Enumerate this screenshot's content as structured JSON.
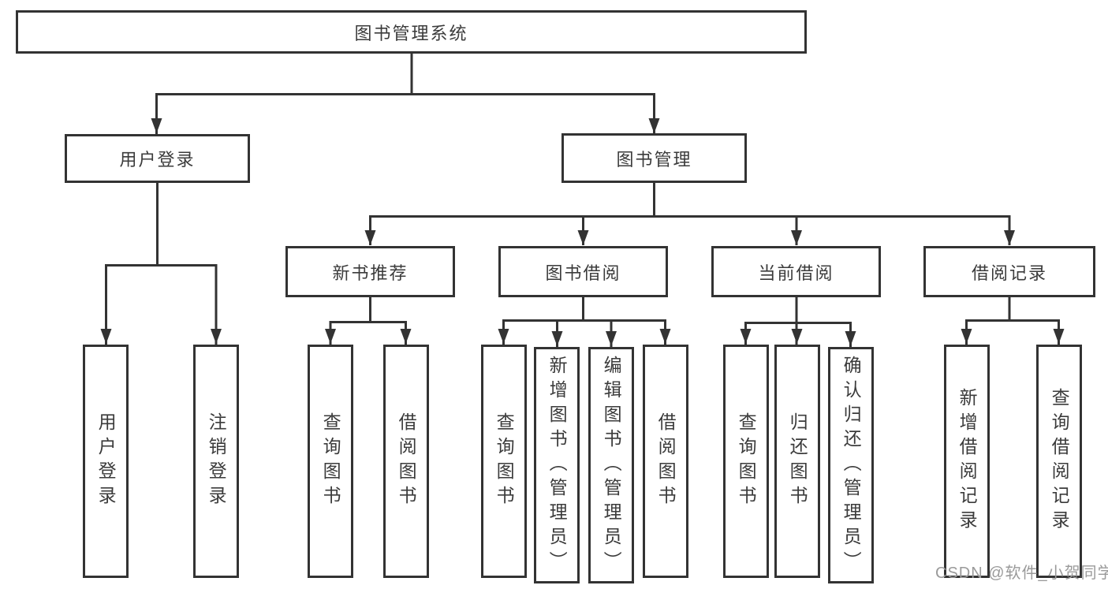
{
  "meta": {
    "type": "tree-diagram",
    "title": "图书管理系统"
  },
  "colors": {
    "line": "#333333",
    "box_border": "#333333",
    "text": "#3b3b3b",
    "watermark": "#9a9a9a",
    "background": "#ffffff"
  },
  "tree": {
    "label": "图书管理系统",
    "children": [
      {
        "label": "用户登录",
        "children": [
          {
            "label": "用户登录"
          },
          {
            "label": "注销登录"
          }
        ]
      },
      {
        "label": "图书管理",
        "children": [
          {
            "label": "新书推荐",
            "children": [
              {
                "label": "查询图书"
              },
              {
                "label": "借阅图书"
              }
            ]
          },
          {
            "label": "图书借阅",
            "children": [
              {
                "label": "查询图书"
              },
              {
                "label": "新增图书（管理员）"
              },
              {
                "label": "编辑图书（管理员）"
              },
              {
                "label": "借阅图书"
              }
            ]
          },
          {
            "label": "当前借阅",
            "children": [
              {
                "label": "查询图书"
              },
              {
                "label": "归还图书"
              },
              {
                "label": "确认归还（管理员）"
              }
            ]
          },
          {
            "label": "借阅记录",
            "children": [
              {
                "label": "新增借阅记录"
              },
              {
                "label": "查询借阅记录"
              }
            ]
          }
        ]
      }
    ]
  },
  "watermark": {
    "text": "CSDN @软件_小贺同学"
  }
}
